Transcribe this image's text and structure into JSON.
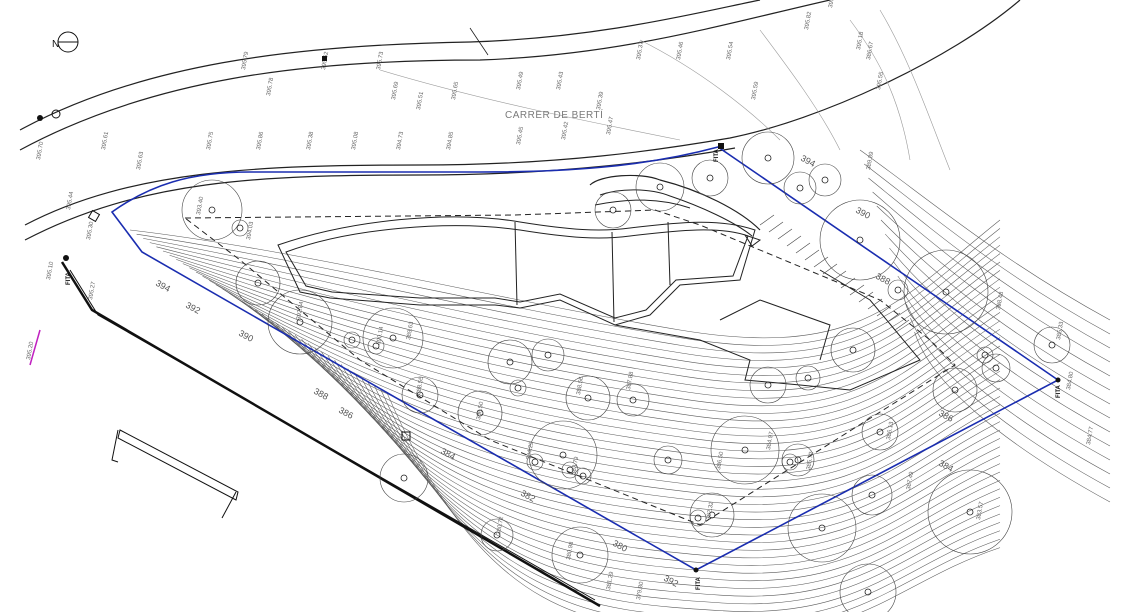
{
  "street_name": "CARRER DE BERTÍ",
  "north_label": "N",
  "colors": {
    "plot_boundary": "#1a2db0",
    "contour": "#5a5a5a",
    "building": "#333333",
    "accent_magenta": "#c020c0"
  },
  "contour_labels": [
    "394",
    "392",
    "390",
    "388",
    "386",
    "384",
    "382",
    "380",
    "392",
    "390",
    "388",
    "386",
    "384",
    "394"
  ],
  "level_labels": [
    "395.70",
    "395.79",
    "395.78",
    "395.62",
    "395.73",
    "395.69",
    "395.51",
    "395.65",
    "395.49",
    "395.43",
    "395.39",
    "395.37",
    "395.46",
    "395.54",
    "395.59",
    "395.82",
    "395.59",
    "395.18",
    "395.55",
    "395.61",
    "395.63",
    "395.75",
    "395.86",
    "395.38",
    "395.08",
    "394.73",
    "394.85",
    "395.45",
    "395.42",
    "395.47",
    "395.44",
    "395.30",
    "395.20",
    "395.10",
    "395.27",
    "393.40",
    "394.03",
    "392.84",
    "390.14",
    "389.63",
    "388.55",
    "386.50",
    "388.56",
    "387.88",
    "384.29",
    "383.79",
    "386.50",
    "384.97",
    "385.72",
    "386.13",
    "387.49",
    "388.48",
    "385.33",
    "384.80",
    "384.77",
    "383.57",
    "382.32",
    "381.29",
    "380.98",
    "380.72",
    "379.80",
    "389.89",
    "386.67"
  ],
  "vertex_labels": [
    "FITA",
    "FITA",
    "FITA",
    "FITA"
  ]
}
